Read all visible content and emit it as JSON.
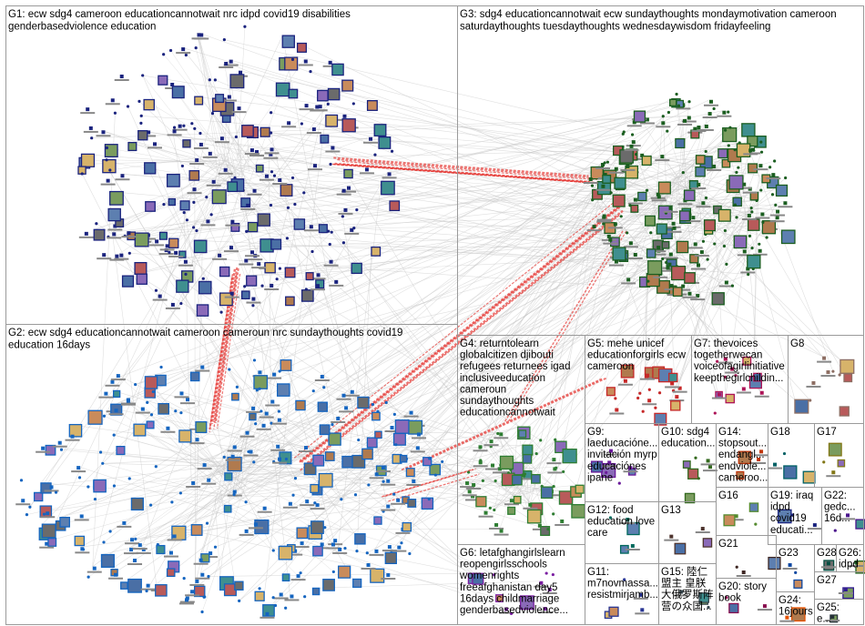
{
  "groups": [
    {
      "id": "G1",
      "lines": [
        "G1: ecw sdg4 cameroon educationcannotwait nrc idpd covid19 disabilities",
        "genderbasedviolence education"
      ],
      "color": "#1a237e"
    },
    {
      "id": "G2",
      "lines": [
        "G2: ecw sdg4 educationcannotwait cameroon cameroun nrc sundaythoughts covid19",
        "education 16days"
      ],
      "color": "#1565c0"
    },
    {
      "id": "G3",
      "lines": [
        "G3: sdg4 educationcannotwait ecw sundaythoughts mondaymotivation cameroon",
        "saturdaythoughts tuesdaythoughts wednesdaywisdom fridayfeeling"
      ],
      "color": "#1b5e20"
    },
    {
      "id": "G4",
      "lines": [
        "G4: returntolearn",
        "globalcitizen djibouti",
        "refugees returnees igad",
        "inclusiveeducation",
        "cameroun",
        "sundaythoughts",
        "educationcannotwait"
      ],
      "color": "#2e7d32"
    },
    {
      "id": "G5",
      "lines": [
        "G5: mehe unicef",
        "educationforgirls ecw",
        "cameroon"
      ],
      "color": "#c62828"
    },
    {
      "id": "G6",
      "lines": [
        "G6: letafghangirlslearn",
        "reopengirlsschools",
        "womenrights",
        "freeafghanistan day5",
        "16days childmarriage",
        "genderbasedviolence..."
      ],
      "color": "#7b1fa2"
    },
    {
      "id": "G7",
      "lines": [
        "G7: thevoices",
        "togetherwecan",
        "voiceofagirlinitiative",
        "keepthegirlchildin..."
      ],
      "color": "#ad1457"
    },
    {
      "id": "G8",
      "lines": [
        "G8"
      ],
      "color": "#8d6e63"
    },
    {
      "id": "G9",
      "lines": [
        "G9:",
        "laeducacióne...",
        "invitación myrp",
        "educaciónes",
        "ipane"
      ],
      "color": "#6a1b9a"
    },
    {
      "id": "G10",
      "lines": [
        "G10: sdg4",
        "education..."
      ],
      "color": "#33691e"
    },
    {
      "id": "G11",
      "lines": [
        "G11:",
        "m7novmassa...",
        "resistmirjamb..."
      ],
      "color": "#283593"
    },
    {
      "id": "G12",
      "lines": [
        "G12: food",
        "education love",
        "care"
      ],
      "color": "#00695c"
    },
    {
      "id": "G13",
      "lines": [
        "G13"
      ],
      "color": "#4e342e"
    },
    {
      "id": "G14",
      "lines": [
        "G14:",
        "stopsout...",
        "endangl...",
        "endviole...",
        "cameroo..."
      ],
      "color": "#bf360c"
    },
    {
      "id": "G15",
      "lines": [
        "G15: 陸仁",
        "盟主 皇朕",
        "大俄罗斯阵",
        "营の众国..."
      ],
      "color": "#37474f"
    },
    {
      "id": "G16",
      "lines": [
        "G16"
      ],
      "color": "#558b2f"
    },
    {
      "id": "G17",
      "lines": [
        "G17"
      ],
      "color": "#827717"
    },
    {
      "id": "G18",
      "lines": [
        "G18"
      ],
      "color": "#006064"
    },
    {
      "id": "G19",
      "lines": [
        "G19: iraq",
        "idpd",
        "covid19",
        "educati..."
      ],
      "color": "#1a237e"
    },
    {
      "id": "G20",
      "lines": [
        "G20: story",
        "book"
      ],
      "color": "#880e4f"
    },
    {
      "id": "G21",
      "lines": [
        "G21"
      ],
      "color": "#3e2723"
    },
    {
      "id": "G22",
      "lines": [
        "G22:",
        "gedc...",
        "16d..."
      ],
      "color": "#4a148c"
    },
    {
      "id": "G23",
      "lines": [
        "G23"
      ],
      "color": "#0d47a1"
    },
    {
      "id": "G24",
      "lines": [
        "G24:",
        "16jours"
      ],
      "color": "#e65100"
    },
    {
      "id": "G25",
      "lines": [
        "G25:",
        "e..."
      ],
      "color": "#263238"
    },
    {
      "id": "G26",
      "lines": [
        "G26:",
        "idpd"
      ],
      "color": "#1b5e20"
    },
    {
      "id": "G27",
      "lines": [
        "G27"
      ],
      "color": "#311b92"
    },
    {
      "id": "G28",
      "lines": [
        "G28"
      ],
      "color": "#004d40"
    }
  ],
  "colors": {
    "edge": "#c4c4c4",
    "strong_edge": "#e53935",
    "box_border": "#9a9a9a"
  }
}
